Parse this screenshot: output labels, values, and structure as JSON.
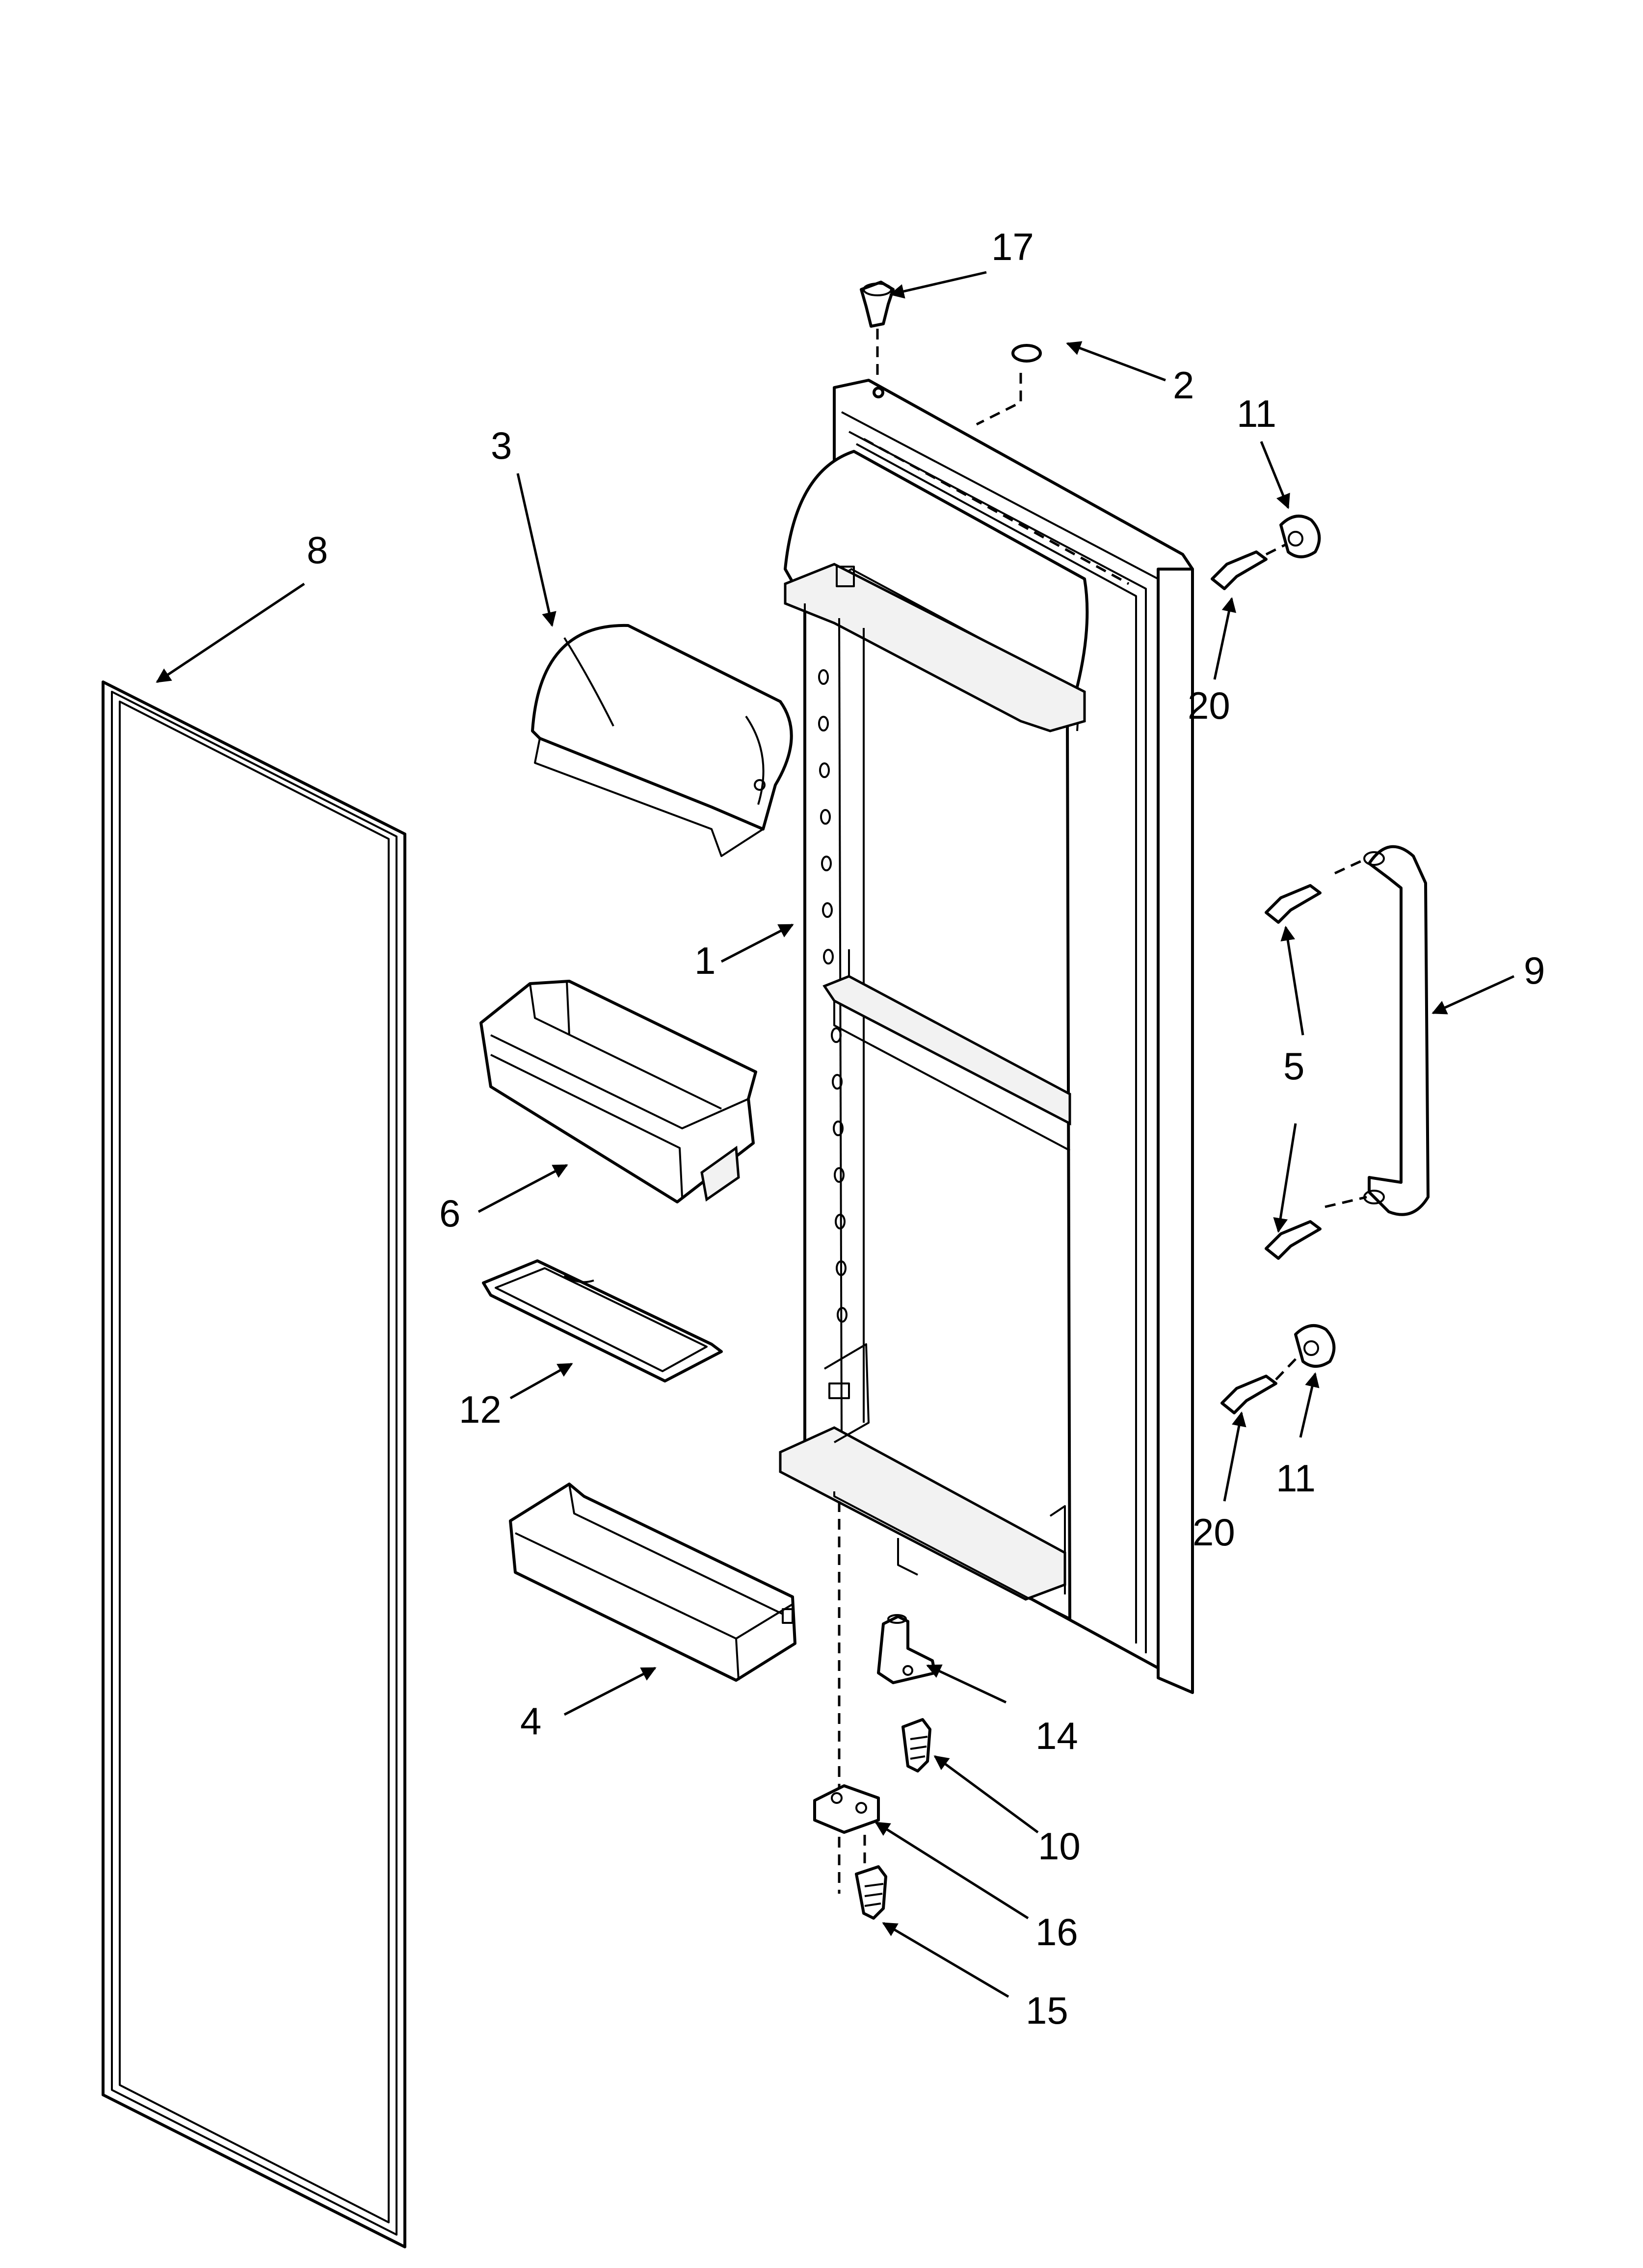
{
  "callouts": {
    "door": "1",
    "cover_top": "2",
    "dairy_door": "3",
    "bin_bottom": "4",
    "screw_handle_top": "5",
    "screw_handle_bottom": "5",
    "bin_middle": "6",
    "gasket": "8",
    "handle": "9",
    "screw_hinge": "10",
    "plug_top": "11",
    "plug_bottom": "11",
    "bin_insert": "12",
    "hinge_bracket": "14",
    "screw_lower": "15",
    "hinge_block": "16",
    "bushing_top": "17",
    "screw_plug_top": "20",
    "screw_plug_bottom": "20"
  }
}
